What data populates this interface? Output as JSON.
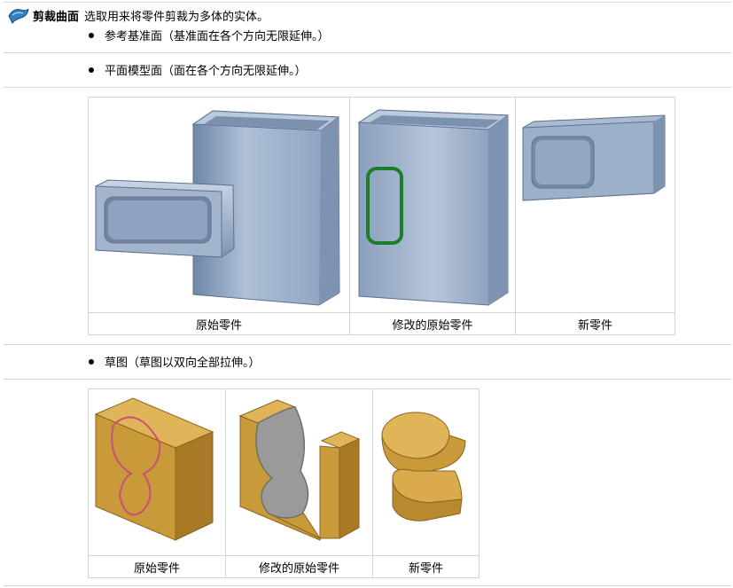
{
  "header": {
    "title": "剪裁曲面",
    "description": "选取用来将零件剪裁为多体的实体。",
    "icon": "surface-trim-icon"
  },
  "bullets": [
    "参考基准面（基准面在各个方向无限延伸。）",
    "平面模型面（面在各个方向无限延伸。）",
    "草图（草图以双向全部拉伸。）"
  ],
  "figure_tables": [
    {
      "images": [
        "original-tube-part",
        "modified-tube-part",
        "new-tube-part"
      ],
      "captions": [
        "原始零件",
        "修改的原始零件",
        "新零件"
      ]
    },
    {
      "images": [
        "original-block-part",
        "modified-block-part",
        "new-block-part"
      ],
      "captions": [
        "原始零件",
        "修改的原始零件",
        "新零件"
      ]
    }
  ],
  "colors": {
    "icon_blue": "#2f7fc1",
    "tube_steel": "#93a9c6",
    "block_gold": "#c99a3a",
    "trim_outline_green": "#1e7d2a",
    "sketch_outline_pink": "#c8507a"
  }
}
